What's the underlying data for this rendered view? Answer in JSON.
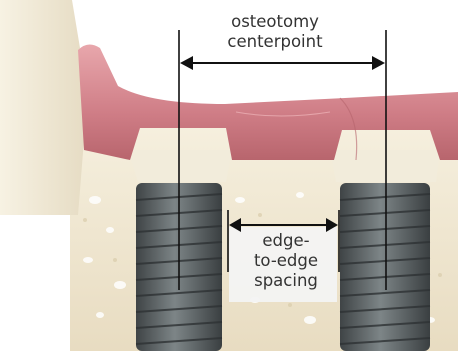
{
  "diagram": {
    "labels": {
      "osteotomy_centerpoint": [
        "osteotomy",
        "centerpoint"
      ],
      "edge_to_edge_spacing": [
        "edge-",
        "to-edge",
        "spacing"
      ]
    },
    "colors": {
      "background": "#ffffff",
      "gum": "#d98b93",
      "gum_dark": "#b5636c",
      "bone": "#efe6d0",
      "bone_pore": "#ffffff",
      "implant": "#5b6163",
      "implant_highlight": "#8a9193",
      "tooth": "#f1ead8",
      "line": "#111111",
      "label_box": "#f3f3f3"
    }
  }
}
